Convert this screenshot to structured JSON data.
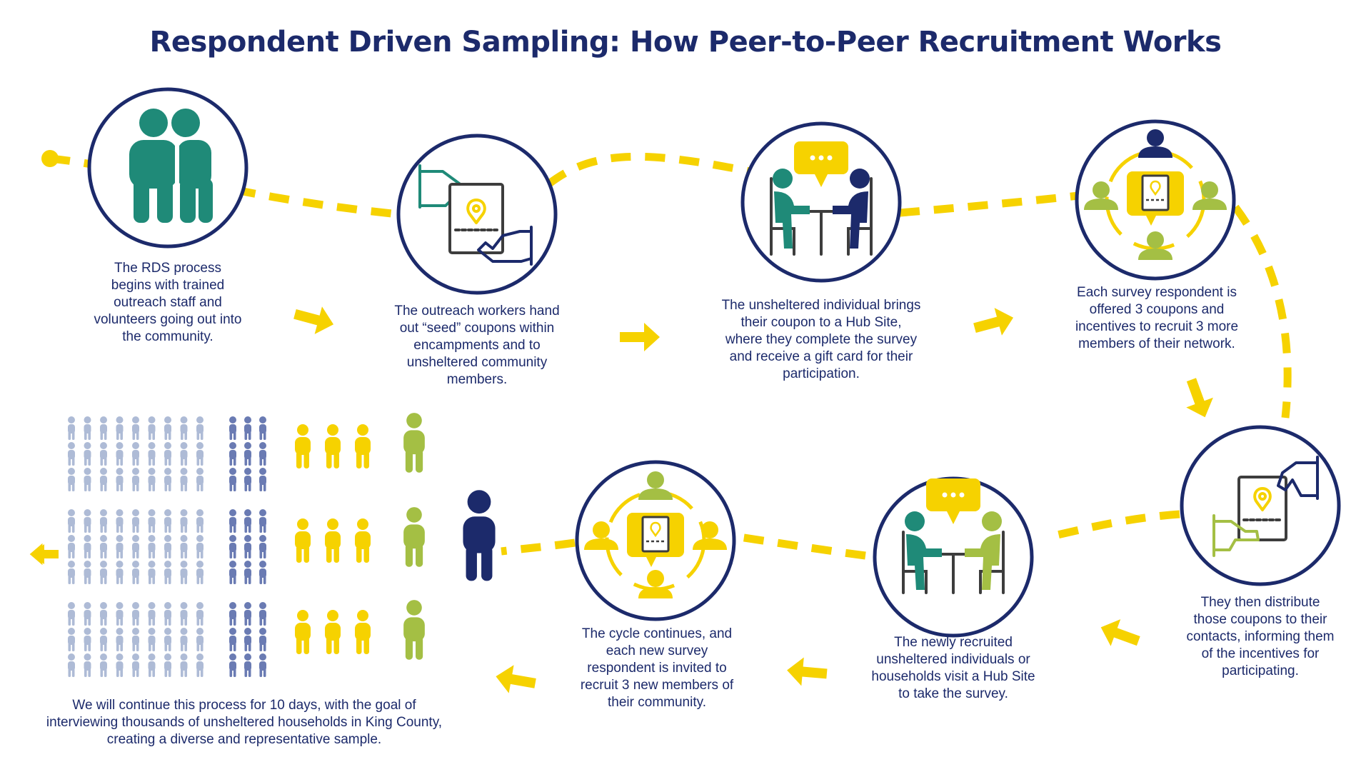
{
  "title": "Respondent Driven Sampling: How Peer-to-Peer Recruitment Works",
  "colors": {
    "navy": "#1c2a6b",
    "teal": "#1f8a78",
    "yellow": "#f6d200",
    "green": "#a4bf44",
    "light_blue": "#aebbd6",
    "mid_blue": "#6a7bb3"
  },
  "steps": [
    {
      "text": "The RDS process begins with trained outreach staff and volunteers going out into the community.",
      "icon": "two-people-icon"
    },
    {
      "text": "The outreach workers hand out “seed” coupons within encampments and to unsheltered community members.",
      "icon": "hand-coupon-icon"
    },
    {
      "text": "The unsheltered individual brings their coupon to a Hub Site, where they complete the survey and receive a gift card for their participation.",
      "icon": "survey-table-icon"
    },
    {
      "text": "Each survey respondent is offered 3 coupons and incentives to recruit 3 more members of their network.",
      "icon": "recruit-network-icon"
    },
    {
      "text": "They then distribute those coupons to their contacts, informing them of the incentives for participating.",
      "icon": "distribute-coupon-icon"
    },
    {
      "text": "The newly recruited unsheltered individuals or households visit a Hub Site to take the survey.",
      "icon": "survey-table-icon"
    },
    {
      "text": "The cycle continues, and each new survey respondent is invited to recruit 3 new members of their community.",
      "icon": "recruit-network-icon"
    }
  ],
  "final_text": "We will continue this process for 10 days, with the goal of interviewing thousands of unsheltered households in King County, creating a diverse and representative sample."
}
